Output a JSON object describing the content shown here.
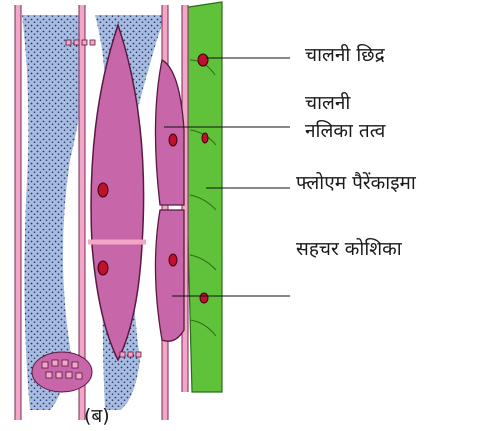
{
  "labels": {
    "sieve_pore": "चालनी छिद्र",
    "sieve_tube_line1": "चालनी",
    "sieve_tube_line2": "नलिका तत्व",
    "phloem_parenchyma": "फ्लोएम पैरेंकाइमा",
    "companion_cell": "सहचर कोशिका"
  },
  "caption": "(ब)",
  "colors": {
    "sieve_tube_fill": "#c766a8",
    "cell_wall": "#f2a6c8",
    "phloem_fibre_blue": "#8aa6d6",
    "parenchyma_green": "#5fc23a",
    "nucleus": "#c0102a"
  }
}
